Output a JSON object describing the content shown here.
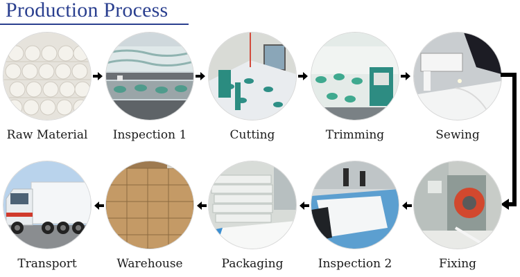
{
  "title": "Production Process",
  "steps": [
    {
      "label": "Raw Material",
      "icon": "fabric-rolls-photo"
    },
    {
      "label": "Inspection 1",
      "icon": "inspection-machine-photo"
    },
    {
      "label": "Cutting",
      "icon": "cutting-table-photo"
    },
    {
      "label": "Trimming",
      "icon": "trimming-station-photo"
    },
    {
      "label": "Sewing",
      "icon": "sewing-machine-photo"
    },
    {
      "label": "Fixing",
      "icon": "fixing-machine-photo"
    },
    {
      "label": "Inspection 2",
      "icon": "inspection-workers-photo"
    },
    {
      "label": "Packaging",
      "icon": "packaged-goods-photo"
    },
    {
      "label": "Warehouse",
      "icon": "warehouse-boxes-photo"
    },
    {
      "label": "Transport",
      "icon": "truck-photo"
    }
  ],
  "colors": {
    "title": "#2a3f8f",
    "arrow": "#000000"
  }
}
